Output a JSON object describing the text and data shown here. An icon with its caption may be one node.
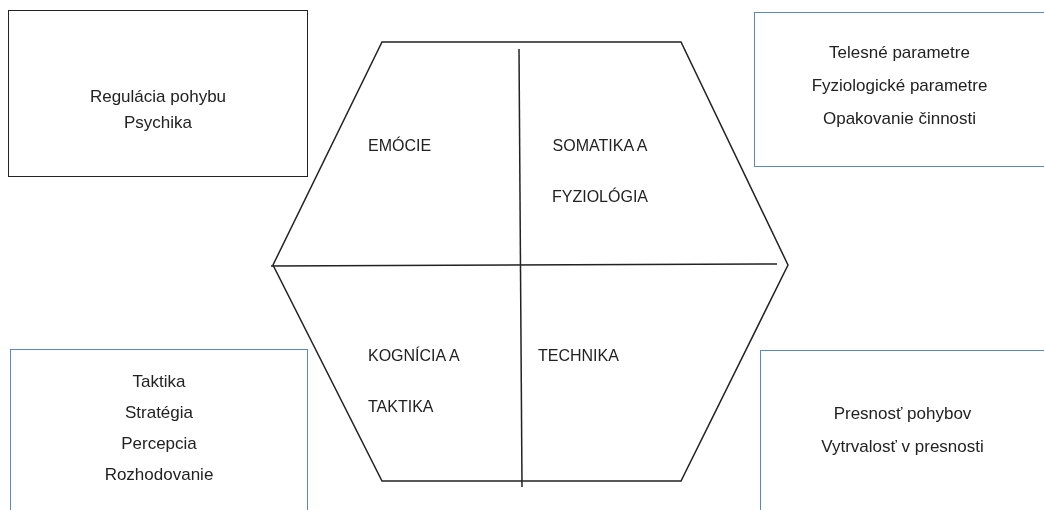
{
  "diagram": {
    "nodes": [
      {
        "text": [
          "Regulácia pohybu",
          "Psychika"
        ]
      },
      {
        "text": [],
        "shape": "hexagon"
      },
      {
        "text": [
          "EMÓCIE"
        ],
        "in": 1
      },
      {
        "text": [
          "SOMATIKA A FYZIOLÓGIA"
        ],
        "in": 1
      },
      {
        "text": [
          "Telesné parametre",
          "Fyziologické parametre",
          "Opakovanie činnosti"
        ]
      },
      {
        "text": [
          "KOGNÍCIA A TAKTIKA"
        ],
        "in": 1
      },
      {
        "text": [
          "TECHNIKA"
        ],
        "in": 1
      },
      {
        "text": [
          "Taktika",
          "Stratégia",
          "Percepcia",
          "Rozhodovanie"
        ]
      },
      {
        "text": [
          "Presnosť pohybov",
          "Vytrvalosť v presnosti"
        ]
      }
    ]
  }
}
